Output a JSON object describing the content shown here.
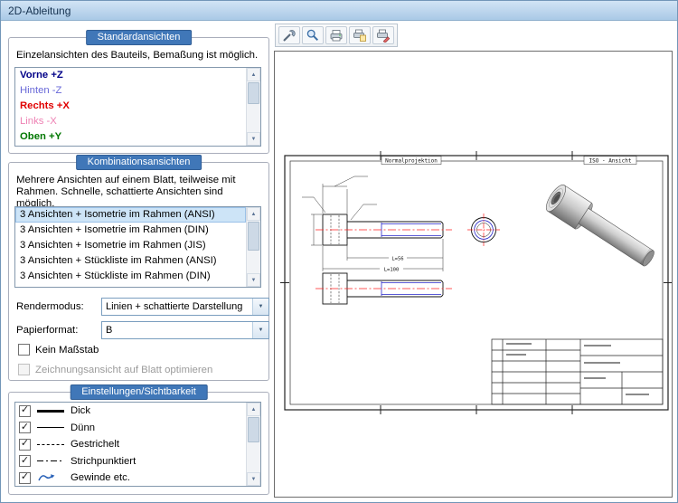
{
  "window": {
    "title": "2D-Ableitung"
  },
  "icons": {
    "scroll_up": "▲",
    "scroll_down": "▼",
    "dropdown_arrow": "▼",
    "checkmark": "✓"
  },
  "toolbar": {
    "buttons": [
      "wrench",
      "magnifier",
      "printer",
      "printer-paper",
      "printer-pencil"
    ]
  },
  "standard_views": {
    "header": "Standardansichten",
    "description": "Einzelansichten des Bauteils, Bemaßung ist möglich.",
    "items": [
      {
        "label": "Vorne +Z",
        "color": "#000088",
        "weight": "bold"
      },
      {
        "label": "Hinten -Z",
        "color": "#6868d8",
        "weight": "normal"
      },
      {
        "label": "Rechts +X",
        "color": "#e00000",
        "weight": "bold"
      },
      {
        "label": "Links -X",
        "color": "#ee82b4",
        "weight": "normal"
      },
      {
        "label": "Oben +Y",
        "color": "#007700",
        "weight": "bold"
      }
    ]
  },
  "combination_views": {
    "header": "Kombinationsansichten",
    "description": "Mehrere Ansichten auf einem Blatt, teilweise mit Rahmen. Schnelle, schattierte Ansichten sind möglich.",
    "items": [
      {
        "label": "3 Ansichten + Isometrie im Rahmen (ANSI)",
        "selected": true
      },
      {
        "label": "3 Ansichten + Isometrie im Rahmen (DIN)",
        "selected": false
      },
      {
        "label": "3 Ansichten + Isometrie im Rahmen (JIS)",
        "selected": false
      },
      {
        "label": "3 Ansichten + Stückliste im Rahmen (ANSI)",
        "selected": false
      },
      {
        "label": "3 Ansichten + Stückliste im Rahmen (DIN)",
        "selected": false
      }
    ],
    "render_mode": {
      "label": "Rendermodus:",
      "value": "Linien + schattierte Darstellung"
    },
    "paper_format": {
      "label": "Papierformat:",
      "value": "B"
    },
    "no_scale_checkbox": {
      "label": "Kein Maßstab",
      "checked": false
    },
    "optimize_checkbox": {
      "label": "Zeichnungsansicht auf Blatt optimieren",
      "checked": false,
      "disabled": true
    }
  },
  "settings_visibility": {
    "header": "Einstellungen/Sichtbarkeit",
    "items": [
      {
        "label": "Dick",
        "checked": true,
        "line": "thick"
      },
      {
        "label": "Dünn",
        "checked": true,
        "line": "thin"
      },
      {
        "label": "Gestrichelt",
        "checked": true,
        "line": "dashed"
      },
      {
        "label": "Strichpunktiert",
        "checked": true,
        "line": "dashdot"
      },
      {
        "label": "Gewinde etc.",
        "checked": true,
        "line": "thread-icon"
      }
    ]
  },
  "preview": {
    "view_label_left": "Normalprojektion",
    "view_label_right": "ISO - Ansicht",
    "dimension_labels": [
      "L=56",
      "L=100"
    ]
  },
  "colors": {
    "titlebar": "#bdd7ee",
    "group_header": "#4077b8",
    "selection": "#cde4f7",
    "centerline_red": "#ff2020",
    "thread_blue": "#2525c8"
  }
}
